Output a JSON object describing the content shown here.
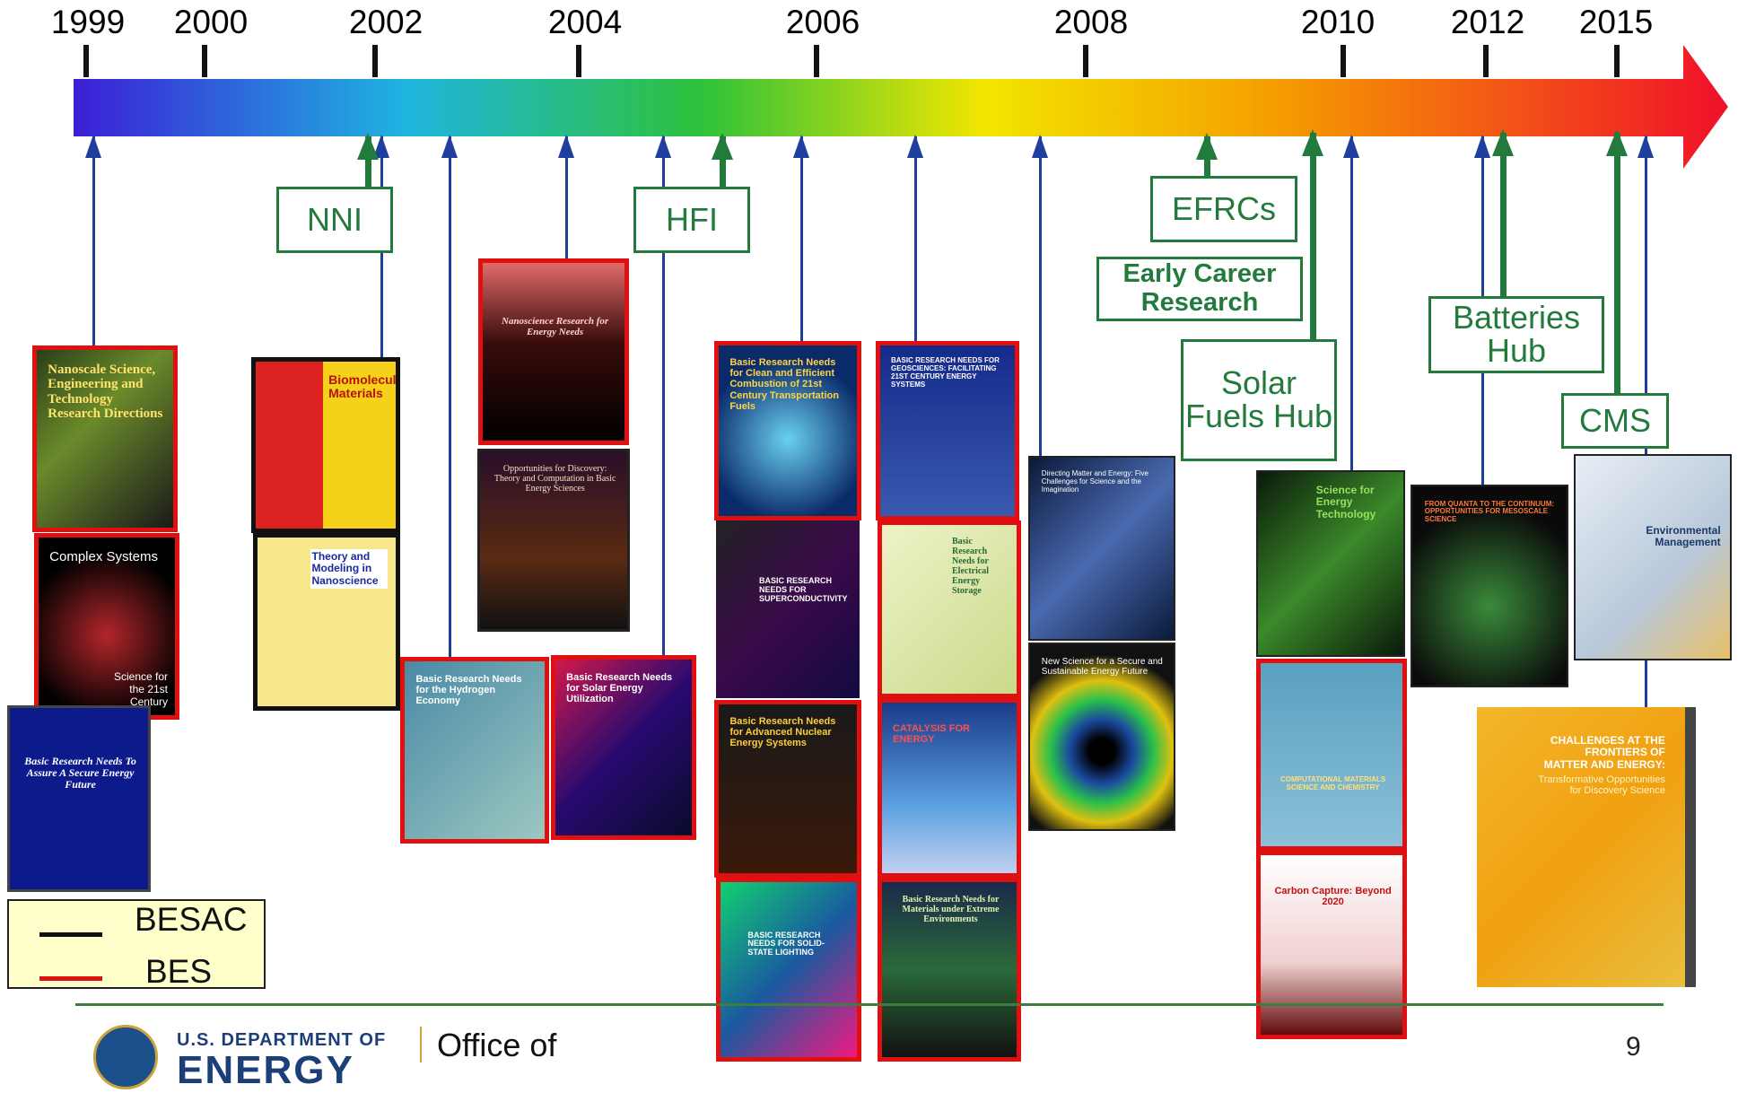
{
  "timeline": {
    "years": [
      "1999",
      "2000",
      "2002",
      "2004",
      "2006",
      "2008",
      "2010",
      "2012",
      "2015"
    ]
  },
  "initiatives": {
    "nni": "NNI",
    "hfi": "HFI",
    "efrcs": "EFRCs",
    "early_career": "Early Career Research",
    "solar_fuels_hub": "Solar Fuels Hub",
    "batteries_hub": "Batteries Hub",
    "cms": "CMS"
  },
  "reports": {
    "nano_science": "Nanoscale Science, Engineering and Technology Research Directions",
    "complex_systems": "Complex Systems",
    "complex_systems_sub": "Science for the 21st Century",
    "secure_energy": "Basic Research Needs To Assure A Secure Energy Future",
    "biomolecular": "Biomolecular Materials",
    "theory_modeling": "Theory and Modeling in Nanoscience",
    "nanoscience_energy": "Nanoscience Research for Energy Needs",
    "opportunities_discovery": "Opportunities for Discovery: Theory and Computation in Basic Energy Sciences",
    "hydrogen": "Basic Research Needs for the Hydrogen Economy",
    "solar": "Basic Research Needs for Solar Energy Utilization",
    "clean_efficient": "Basic Research Needs for Clean and Efficient Combustion of 21st Century Transportation Fuels",
    "superconductivity": "BASIC RESEARCH NEEDS FOR SUPERCONDUCTIVITY",
    "nuclear": "Basic Research Needs for Advanced Nuclear Energy Systems",
    "solid_state_lighting": "BASIC RESEARCH NEEDS FOR SOLID-STATE LIGHTING",
    "geosciences": "BASIC RESEARCH NEEDS FOR GEOSCIENCES: FACILITATING 21ST CENTURY ENERGY SYSTEMS",
    "electrical_storage": "Basic Research Needs for Electrical Energy Storage",
    "catalysis": "CATALYSIS FOR ENERGY",
    "extreme_env": "Basic Research Needs for Materials under Extreme Environments",
    "directing_matter": "Directing Matter and Energy: Five Challenges for Science and the Imagination",
    "new_science": "New Science for a Secure and Sustainable Energy Future",
    "science_energy_tech": "Science for Energy Technology",
    "computational_materials": "COMPUTATIONAL MATERIALS SCIENCE AND CHEMISTRY",
    "carbon_capture": "Carbon Capture: Beyond 2020",
    "quanta_continuum": "FROM QUANTA TO THE CONTINUUM: OPPORTUNITIES FOR MESOSCALE SCIENCE",
    "environmental": "Environmental Management",
    "challenges_frontiers": "CHALLENGES AT THE FRONTIERS OF MATTER AND ENERGY:",
    "challenges_sub": "Transformative Opportunities for Discovery Science"
  },
  "legend": {
    "besac": "BESAC",
    "bes": "BES",
    "besac_color": "#111111",
    "bes_color": "#e01010"
  },
  "footer": {
    "dept_line1": "U.S. DEPARTMENT OF",
    "dept_line2": "ENERGY",
    "office": "Office of",
    "page": "9"
  }
}
